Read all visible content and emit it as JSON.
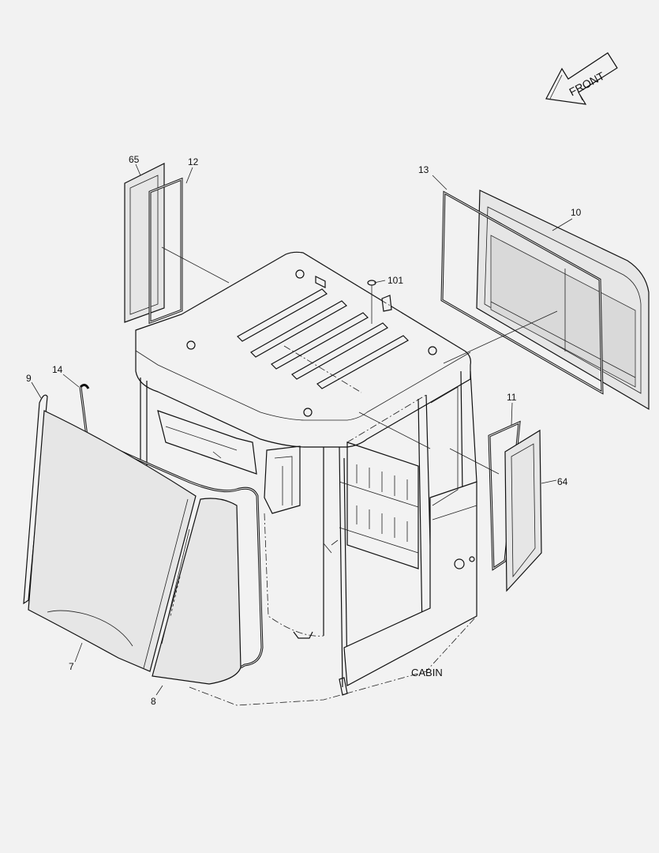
{
  "diagram": {
    "front_label": "FRONT",
    "assembly_label": "CABIN",
    "callouts": {
      "c65": "65",
      "c12": "12",
      "c13": "13",
      "c10": "10",
      "c101": "101",
      "c9": "9",
      "c14": "14",
      "c11": "11",
      "c64": "64",
      "c7": "7",
      "c8": "8"
    }
  }
}
